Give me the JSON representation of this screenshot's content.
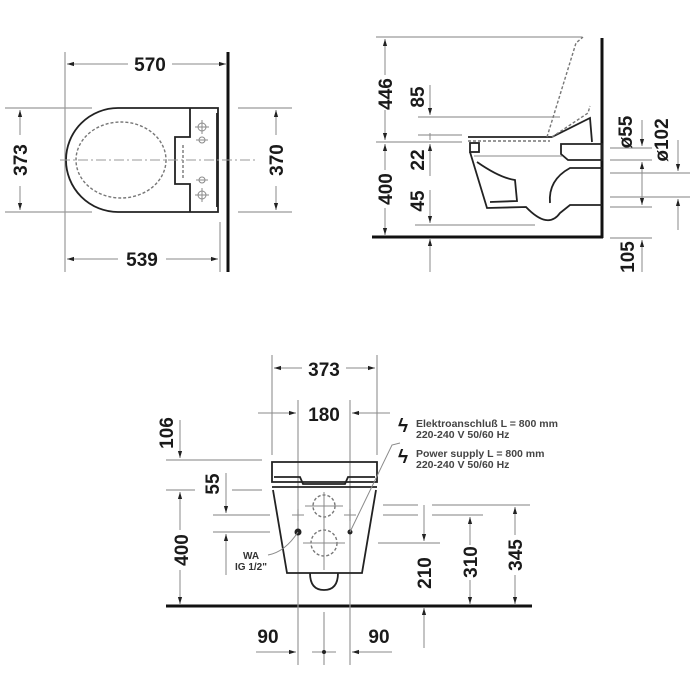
{
  "drawing": {
    "title": "Wall-mounted toilet dimension drawing",
    "units": "mm",
    "top_view": {
      "overall_length": "570",
      "bowl_length": "539",
      "overall_width": "373",
      "back_width": "370"
    },
    "side_view": {
      "seat_lift_height": "446",
      "lid_height_above_seat": "85",
      "rim_to_inlet": "22",
      "inlet_to_outlet": "45",
      "rim_height": "400",
      "inlet_diameter": "ø55",
      "outlet_diameter": "ø102",
      "outlet_offset": "105"
    },
    "front_view": {
      "overall_width": "373",
      "bolt_spacing": "180",
      "seat_height_above_rim": "106",
      "rim_to_connection": "55",
      "rim_height": "400",
      "outlet_height": "210",
      "bolt_height_lower": "310",
      "bolt_height_upper": "345",
      "left_offset": "90",
      "right_offset": "90",
      "water_label": "WA",
      "water_thread": "IG 1/2\"",
      "power_note_de_line1": "Elektroanschluß L = 800 mm",
      "power_note_de_line2": "220-240 V  50/60 Hz",
      "power_note_en_line1": "Power supply L = 800 mm",
      "power_note_en_line2": "220-240 V  50/60 Hz",
      "lightning_icon_glyph": "ϟ"
    }
  }
}
